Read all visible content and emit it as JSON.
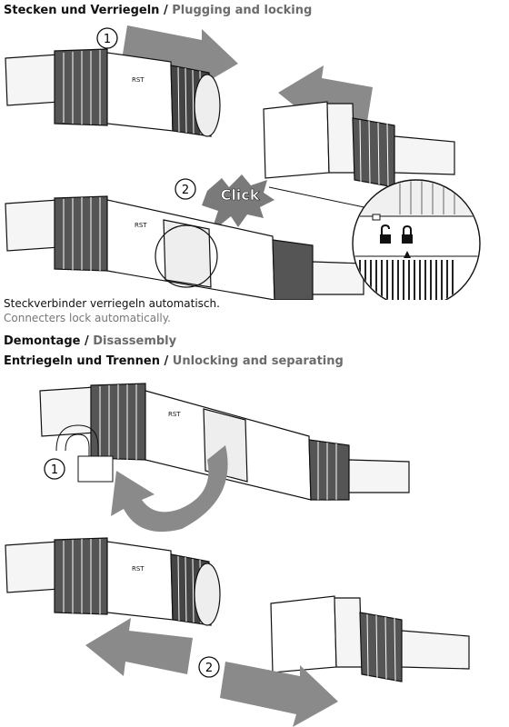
{
  "section1": {
    "title_de": "Stecken und Verriegeln",
    "separator": " / ",
    "title_en": "Plugging and locking"
  },
  "steps": {
    "one": "1",
    "two": "2"
  },
  "click_label": "Click",
  "connector_label": "RST",
  "caption1": {
    "de": "Steckverbinder verriegeln automatisch.",
    "en": "Connecters lock automatically."
  },
  "section2": {
    "title_de": "Demontage",
    "separator": " / ",
    "title_en": "Disassembly"
  },
  "section3": {
    "title_de": "Entriegeln und Trennen",
    "separator": " / ",
    "title_en": "Unlocking and separating"
  },
  "colors": {
    "arrow": "#8a8a8a",
    "burst": "#7a7a7a",
    "subtitle": "#6b6b6b"
  },
  "icons": [
    "arrow-right",
    "arrow-left",
    "click-burst",
    "unlock-icon",
    "lock-icon",
    "triangle-marker",
    "rotate-arrow",
    "open-padlock"
  ]
}
